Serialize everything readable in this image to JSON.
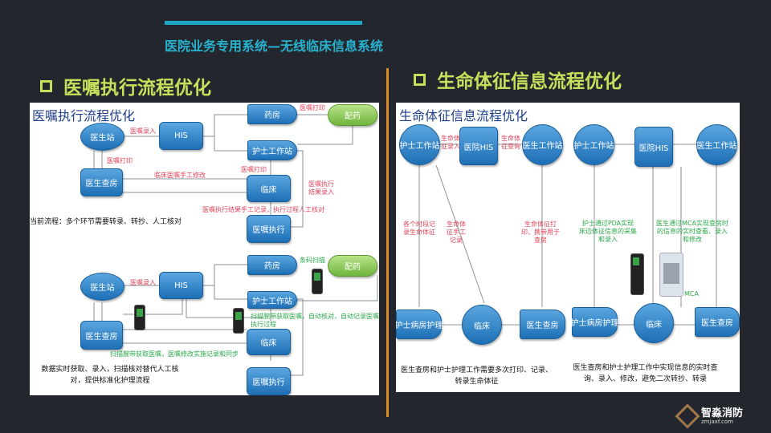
{
  "header": {
    "subtitle": "医院业务专用系统—无线临床信息系统"
  },
  "left": {
    "heading": "医嘱执行流程优化",
    "panel_title": "医嘱执行流程优化",
    "before": {
      "nodes": {
        "doctor_station": "医生站",
        "his": "HIS",
        "pharmacy": "药房",
        "dispense": "配药",
        "nurse_station": "护士工作站",
        "doctor_rounds": "医生查房",
        "clinical": "临床",
        "execution": "医嘱执行"
      },
      "labels": {
        "entry": "医嘱录入",
        "print1": "医嘱打印",
        "print2": "医嘱打印",
        "print3": "医嘱打印",
        "modify": "临床医嘱手工修改",
        "result_entry": "医嘱执行结果录入",
        "manual": "医嘱执行结果手工记录，执行过程人工核对"
      },
      "note": "当前流程：多个环节需要转录、转抄、人工核对"
    },
    "after": {
      "nodes": {
        "doctor_station": "医生站",
        "his": "HIS",
        "pharmacy": "药房",
        "dispense": "配药",
        "nurse_station": "护士工作站",
        "doctor_rounds": "医生查房",
        "clinical": "临床",
        "execution": "医嘱执行"
      },
      "labels": {
        "entry": "医嘱录入",
        "barcode": "条码扫描",
        "scan_auto": "扫描腕带获取医嘱，自动核对，自动记录医嘱执行过程",
        "scan_sync": "扫描腕带获取医嘱，医嘱修改实施记录和同步"
      },
      "note_line1": "数据实时获取、录入，扫描核对替代人工核",
      "note_line2": "对，提供标准化护理流程"
    }
  },
  "right": {
    "heading": "生命体征信息流程优化",
    "panel_title": "生命体征信息流程优化",
    "before": {
      "nodes": {
        "nurse_station": "护士工作站",
        "his": "医院HIS",
        "doctor_station": "医生工作站",
        "ward_care": "护士病房护理",
        "clinical": "临床",
        "doctor_rounds": "医生查房"
      },
      "labels": {
        "vital_entry": "生命体征录入",
        "vital_query": "生命体征查询",
        "record_each": "各个时段记录生命体征",
        "manual": "生命体征手工记录",
        "print": "生命体征打印、携带用于查房"
      },
      "note": "医生查房和护士护理工作需要多次打印、记录、转录生命体征"
    },
    "after": {
      "nodes": {
        "nurse_station": "护士工作站",
        "his": "医院HIS",
        "doctor_station": "医生工作站",
        "ward_care": "护士病房护理",
        "clinical": "临床",
        "doctor_rounds": "医生查房"
      },
      "labels": {
        "pda": "护士通过PDA实现床边体征信息的采集和录入",
        "mca": "医生通过MCA实现查房时的信息的实时查看、录入和修改",
        "mca_device": "MCA"
      },
      "note": "医生查房和护士护理工作中实现信息的实时查询、录入、修改，避免二次转抄、转录"
    }
  },
  "logo": {
    "name": "智淼消防",
    "url": "zmjaxf.com"
  },
  "colors": {
    "background": "#23262d",
    "accent_cyan": "#1aa6c4",
    "heading_green": "#c7df5a",
    "divider_orange": "#e08a2c"
  }
}
